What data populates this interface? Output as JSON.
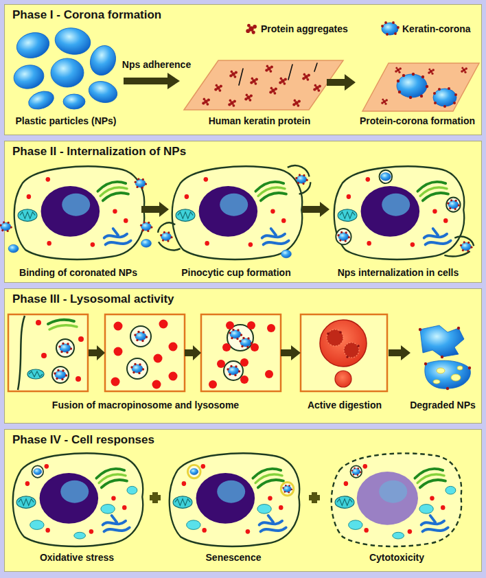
{
  "diagram": {
    "nodes": [
      {
        "text": [
          "Phase I - Corona formation"
        ]
      },
      {
        "text": [
          "Phase II - Internalization of NPs"
        ]
      },
      {
        "text": [
          "Phase III - Lysosomal activity"
        ]
      },
      {
        "text": [
          "Phase IV - Cell responses"
        ]
      }
    ],
    "labels": [
      "Nps adherence",
      "Plastic particles (NPs)",
      "Human keratin protein",
      "Protein-corona formation",
      "Binding of coronated NPs",
      "Pinocytic cup formation",
      "Nps internalization in cells",
      "Fusion of macropinosome and lysosome",
      "Active digestion",
      "Degraded NPs",
      "Oxidative stress",
      "Senescence",
      "Cytotoxicity"
    ],
    "legend": [
      {
        "text": "Protein aggregates"
      },
      {
        "text": "Keratin-corona"
      }
    ]
  }
}
